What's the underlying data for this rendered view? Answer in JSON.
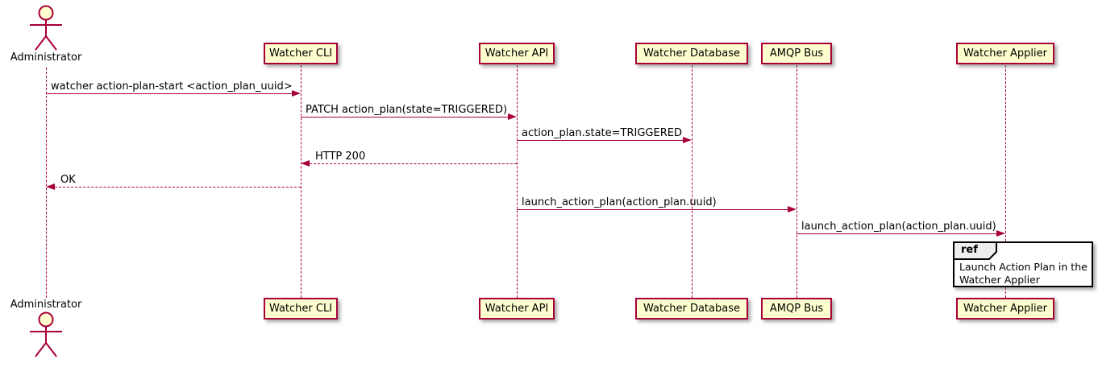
{
  "diagram": {
    "type": "sequence",
    "actor": {
      "name": "Administrator"
    },
    "participants": [
      {
        "label": "Watcher CLI"
      },
      {
        "label": "Watcher API"
      },
      {
        "label": "Watcher Database"
      },
      {
        "label": "AMQP Bus"
      },
      {
        "label": "Watcher Applier"
      }
    ],
    "messages": [
      {
        "from": "Administrator",
        "to": "Watcher CLI",
        "label": "watcher action-plan-start <action_plan_uuid>",
        "line": "solid"
      },
      {
        "from": "Watcher CLI",
        "to": "Watcher API",
        "label": "PATCH action_plan(state=TRIGGERED)",
        "line": "solid"
      },
      {
        "from": "Watcher API",
        "to": "Watcher Database",
        "label": "action_plan.state=TRIGGERED",
        "line": "solid"
      },
      {
        "from": "Watcher API",
        "to": "Watcher CLI",
        "label": "HTTP 200",
        "line": "dashed"
      },
      {
        "from": "Watcher CLI",
        "to": "Administrator",
        "label": "OK",
        "line": "dashed"
      },
      {
        "from": "Watcher API",
        "to": "AMQP Bus",
        "label": "launch_action_plan(action_plan.uuid)",
        "line": "solid"
      },
      {
        "from": "AMQP Bus",
        "to": "Watcher Applier",
        "label": "launch_action_plan(action_plan.uuid)",
        "line": "solid"
      }
    ],
    "ref": {
      "keyword": "ref",
      "lines": [
        "Launch Action Plan in the",
        "Watcher Applier"
      ]
    },
    "colors": {
      "participant_fill": "#FEFECE",
      "line": "#A80036",
      "text": "#000000",
      "ref_border": "#000000",
      "ref_header_fill": "#EEEEEE"
    }
  }
}
